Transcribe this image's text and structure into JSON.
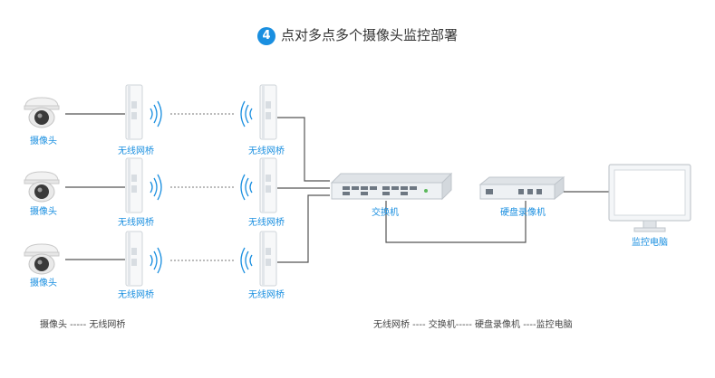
{
  "title": {
    "number": "4",
    "text": "点对多点多个摄像头监控部署"
  },
  "labels": {
    "camera": "摄像头",
    "bridge": "无线网桥",
    "switch": "交换机",
    "nvr": "硬盘录像机",
    "pc": "监控电脑"
  },
  "captions": {
    "left": "摄像头 -----  无线网桥",
    "right": "无线网桥 ---- 交换机----- 硬盘录像机 ----监控电脑"
  },
  "colors": {
    "accent": "#1a8fe0",
    "line": "#555555",
    "device": "#eef1f4"
  }
}
